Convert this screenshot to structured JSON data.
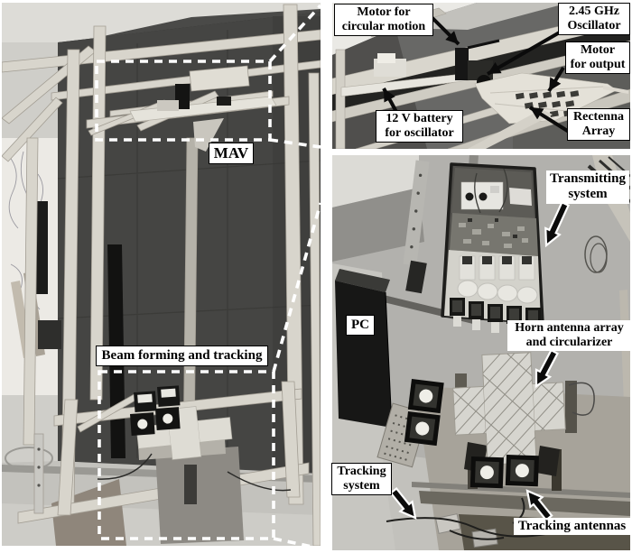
{
  "figure": {
    "type": "experimental-setup-photo-figure",
    "labels": {
      "mav": [
        "MAV"
      ],
      "beam_forming": [
        "Beam forming and tracking"
      ],
      "motor_circular": [
        "Motor for",
        "circular motion"
      ],
      "oscillator": [
        "2.45 GHz",
        "Oscillator"
      ],
      "motor_output": [
        "Motor",
        "for output"
      ],
      "battery": [
        "12 V battery",
        "for oscillator"
      ],
      "rectenna": [
        "Rectenna",
        "Array"
      ],
      "transmitting": [
        "Transmitting",
        "system"
      ],
      "pc": [
        "PC"
      ],
      "horn": [
        "Horn antenna array",
        "and circularizer"
      ],
      "tracking_system": [
        "Tracking",
        "system"
      ],
      "tracking_antennas": [
        "Tracking antennas"
      ]
    },
    "colors": {
      "page_bg": "#ffffff",
      "label_bg": "#ffffff",
      "label_text": "#000000",
      "label_border": "#000000",
      "callout_dash": "#ffffff",
      "arrow": "#0b0b0b",
      "arrow_outline": "#ffffff"
    }
  }
}
